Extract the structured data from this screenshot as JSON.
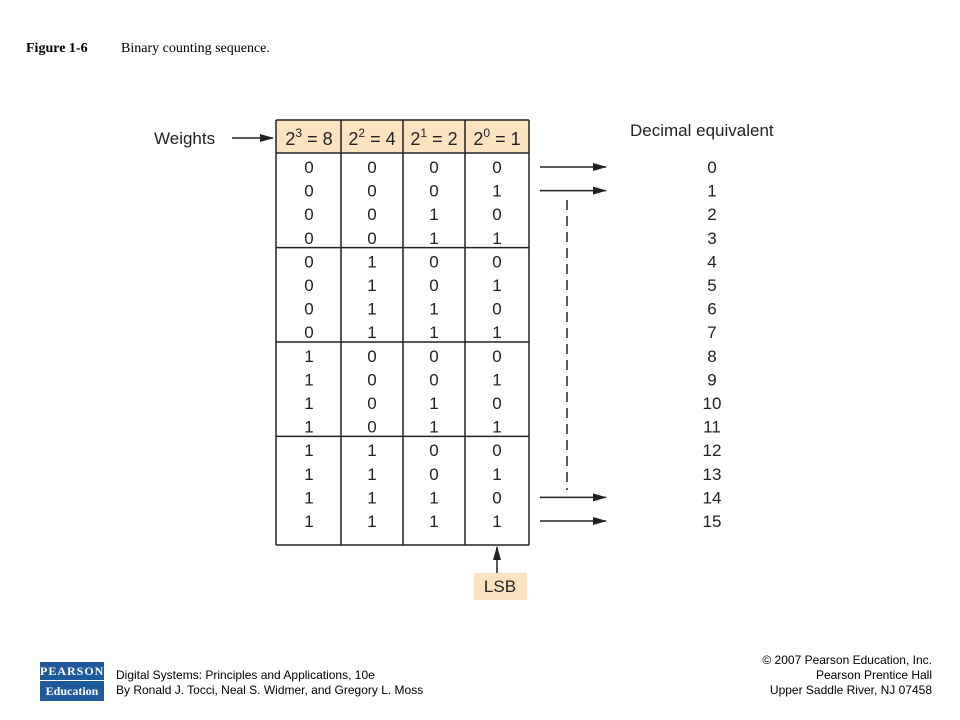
{
  "figure": {
    "label": "Figure 1-6",
    "caption": "Binary counting sequence."
  },
  "diagram": {
    "weights_label": "Weights",
    "decimal_label": "Decimal equivalent",
    "lsb_label": "LSB",
    "headers": [
      {
        "base": "2",
        "exp": "3",
        "rest": " = 8"
      },
      {
        "base": "2",
        "exp": "2",
        "rest": " = 4"
      },
      {
        "base": "2",
        "exp": "1",
        "rest": " = 2"
      },
      {
        "base": "2",
        "exp": "0",
        "rest": " = 1"
      }
    ],
    "rows": [
      [
        "0",
        "0",
        "0",
        "0"
      ],
      [
        "0",
        "0",
        "0",
        "1"
      ],
      [
        "0",
        "0",
        "1",
        "0"
      ],
      [
        "0",
        "0",
        "1",
        "1"
      ],
      [
        "0",
        "1",
        "0",
        "0"
      ],
      [
        "0",
        "1",
        "0",
        "1"
      ],
      [
        "0",
        "1",
        "1",
        "0"
      ],
      [
        "0",
        "1",
        "1",
        "1"
      ],
      [
        "1",
        "0",
        "0",
        "0"
      ],
      [
        "1",
        "0",
        "0",
        "1"
      ],
      [
        "1",
        "0",
        "1",
        "0"
      ],
      [
        "1",
        "0",
        "1",
        "1"
      ],
      [
        "1",
        "1",
        "0",
        "0"
      ],
      [
        "1",
        "1",
        "0",
        "1"
      ],
      [
        "1",
        "1",
        "1",
        "0"
      ],
      [
        "1",
        "1",
        "1",
        "1"
      ]
    ],
    "decimals": [
      "0",
      "1",
      "2",
      "3",
      "4",
      "5",
      "6",
      "7",
      "8",
      "9",
      "10",
      "11",
      "12",
      "13",
      "14",
      "15"
    ],
    "colors": {
      "header_fill": "#fbe3c0",
      "line": "#222222"
    }
  },
  "footer": {
    "logo_line1": "PEARSON",
    "logo_line2": "Education",
    "left_line1": "Digital Systems: Principles and Applications, 10e",
    "left_line2": "By Ronald J. Tocci, Neal S. Widmer, and Gregory L. Moss",
    "right_line1": "© 2007 Pearson Education, Inc.",
    "right_line2": "Pearson Prentice Hall",
    "right_line3": "Upper Saddle River, NJ 07458"
  }
}
